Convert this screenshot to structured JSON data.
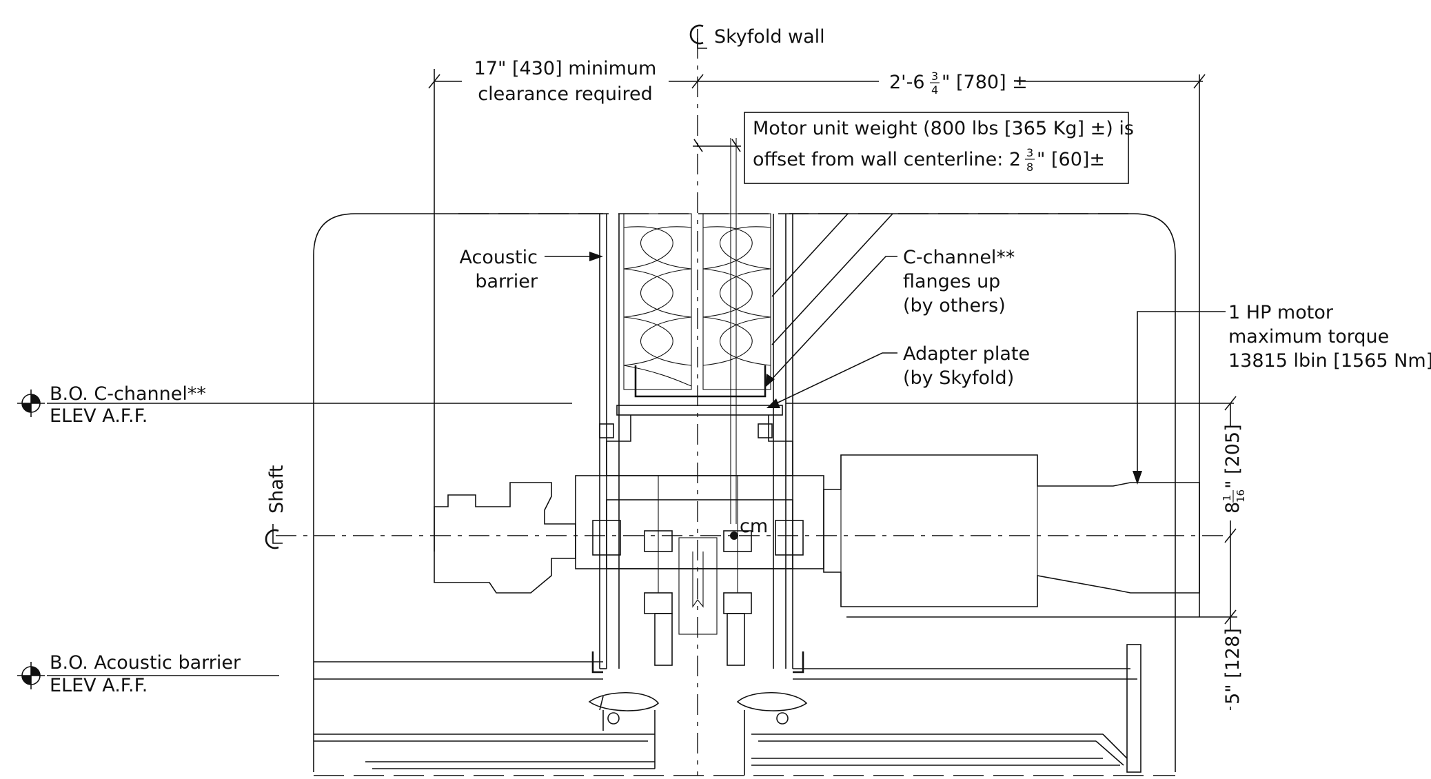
{
  "labels": {
    "cl_wall": "Skyfold wall",
    "cl_shaft": "Shaft",
    "clearance_line1": "17\" [430] minimum",
    "clearance_line2": "clearance required",
    "dim_top_right": "2'-6",
    "dim_top_right_frac_num": "3",
    "dim_top_right_frac_den": "4",
    "dim_top_right_suffix": "\" [780] ±",
    "motor_weight_line1": "Motor unit weight (800 lbs [365 Kg] ±) is",
    "motor_weight_line2": "offset from wall centerline: 2",
    "motor_weight_frac_num": "3",
    "motor_weight_frac_den": "8",
    "motor_weight_suffix": "\" [60]±",
    "acoustic_barrier_1": "Acoustic",
    "acoustic_barrier_2": "barrier",
    "c_channel_1": "C-channel**",
    "c_channel_2": "flanges up",
    "c_channel_3": "(by others)",
    "adapter_1": "Adapter plate",
    "adapter_2": "(by Skyfold)",
    "motor_1": "1 HP motor",
    "motor_2": "maximum torque",
    "motor_3": "13815 lbin [1565 Nm]",
    "elev1_line1": "B.O. C-channel**",
    "elev1_line2": "ELEV A.F.F.",
    "elev2_line1": "B.O. Acoustic barrier",
    "elev2_line2": "ELEV A.F.F.",
    "dim_right_upper": "8",
    "dim_right_upper_frac_num": "1",
    "dim_right_upper_frac_den": "16",
    "dim_right_upper_suffix": "\" [205]",
    "dim_right_lower": "5\" [128]",
    "cm": "cm"
  }
}
